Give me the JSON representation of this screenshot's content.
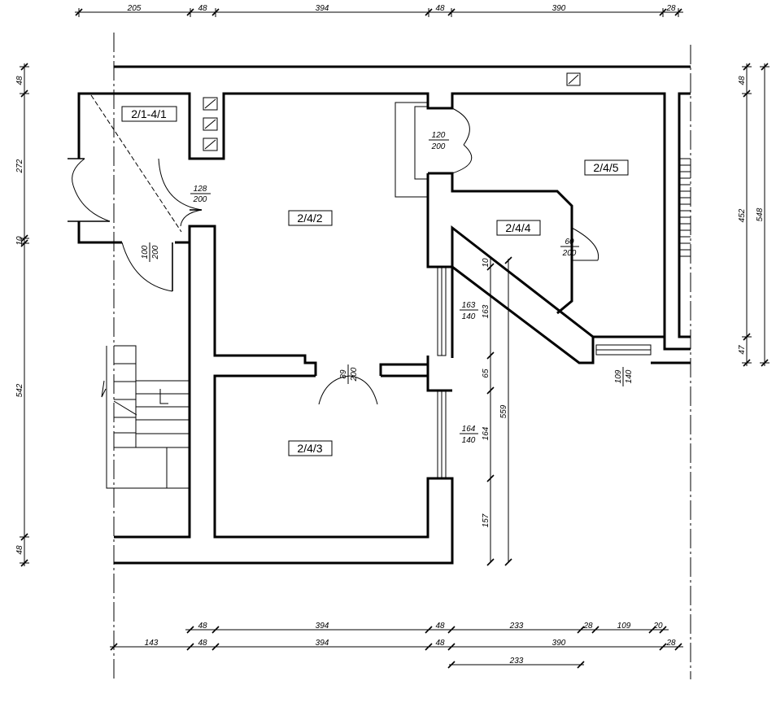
{
  "rooms": {
    "r1": "2/1-4/1",
    "r2": "2/4/2",
    "r3": "2/4/3",
    "r4": "2/4/4",
    "r5": "2/4/5"
  },
  "top_dims": {
    "d1": "205",
    "d2": "48",
    "d3": "394",
    "d4": "48",
    "d5": "390",
    "d6": "28"
  },
  "left_dims": {
    "d1": "48",
    "d2": "272",
    "d3": "10",
    "d4": "542",
    "d5": "48"
  },
  "right_dims": {
    "d1": "48",
    "d2": "452",
    "d3": "47",
    "d4": "548"
  },
  "inner_dims": {
    "d1": "10",
    "d2": "163",
    "d3": "65",
    "d4": "164",
    "d5": "157",
    "d6": "559"
  },
  "bottom_row1": {
    "d1": "48",
    "d2": "394",
    "d3": "48",
    "d4": "233",
    "d5": "28",
    "d6": "109",
    "d7": "20"
  },
  "bottom_row2": {
    "d1": "143",
    "d2": "48",
    "d3": "394",
    "d4": "48",
    "d5": "390",
    "d6": "28"
  },
  "bottom_row3": {
    "d1": "233"
  },
  "openings": {
    "o1_top": "120",
    "o1_bot": "200",
    "o2_top": "128",
    "o2_bot": "200",
    "o3_top": "100",
    "o3_bot": "200",
    "o4_top": "89",
    "o4_bot": "200",
    "o5_top": "60",
    "o5_bot": "200",
    "o6_top": "163",
    "o6_bot": "140",
    "o7_top": "164",
    "o7_bot": "140",
    "o8_top": "109",
    "o8_bot": "140"
  }
}
